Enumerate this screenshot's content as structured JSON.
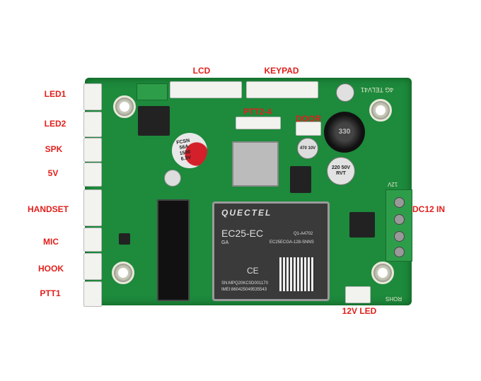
{
  "labels": {
    "lcd": "LCD",
    "keypad": "KEYPAD",
    "led1": "LED1",
    "led2": "LED2",
    "spk": "SPK",
    "v5": "5V",
    "handset": "HANDSET",
    "mic": "MIC",
    "hook": "HOOK",
    "ptt1": "PTT1",
    "ptt2_4": "PTT2-4",
    "door": "DOOR",
    "dc12_in": "DC12 IN",
    "led12v": "12V LED"
  },
  "module": {
    "brand": "QUECTEL",
    "model": "EC25-EC",
    "variant": "GA",
    "code1": "Q1-A4702",
    "code2": "EC25ECGA-128-SNNS",
    "sn": "SN:MPQ20KC0D001170",
    "imei": "IMEI:860425049535543"
  },
  "board_text": {
    "board_id": "4G TELV41",
    "cap1": "FCSN 56A 1500 6.3V",
    "cap2": "220 50V RVT",
    "cap3": "470 10V",
    "inductor": "330",
    "power_label": "12V",
    "rohs": "ROHS"
  },
  "colors": {
    "label": "#e0201c",
    "pcb": "#1d8a3c"
  }
}
